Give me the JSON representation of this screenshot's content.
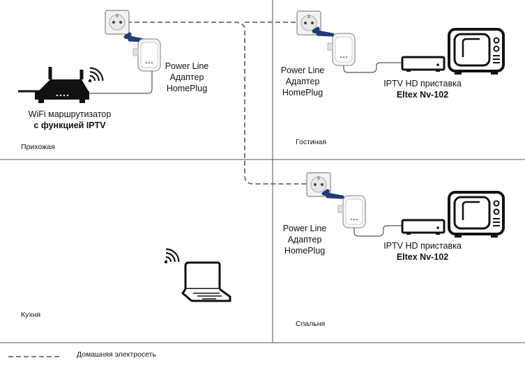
{
  "rooms": {
    "hallway": "Прихожая",
    "living": "Гостиная",
    "kitchen": "Кухня",
    "bedroom": "Спальня"
  },
  "router": {
    "line1": "WiFi маршрутизатор",
    "line2": "с функцией IPTV"
  },
  "adapter": {
    "line1": "Power Line",
    "line2": "Адаптер",
    "line3": "HomePlug"
  },
  "settopbox": {
    "line1": "IPTV HD приставка",
    "line2": "Eltex Nv-102"
  },
  "legend": {
    "label": "Домашняя электросеть"
  },
  "colors": {
    "powerline": "#5a6a8a",
    "outline": "#111111",
    "room_border": "#555555",
    "arrow": "#1c3e78"
  },
  "icons": [
    "wall-socket-icon",
    "plc-adapter-icon",
    "router-icon",
    "wifi-icon",
    "tv-icon",
    "set-top-box-icon",
    "laptop-icon"
  ]
}
